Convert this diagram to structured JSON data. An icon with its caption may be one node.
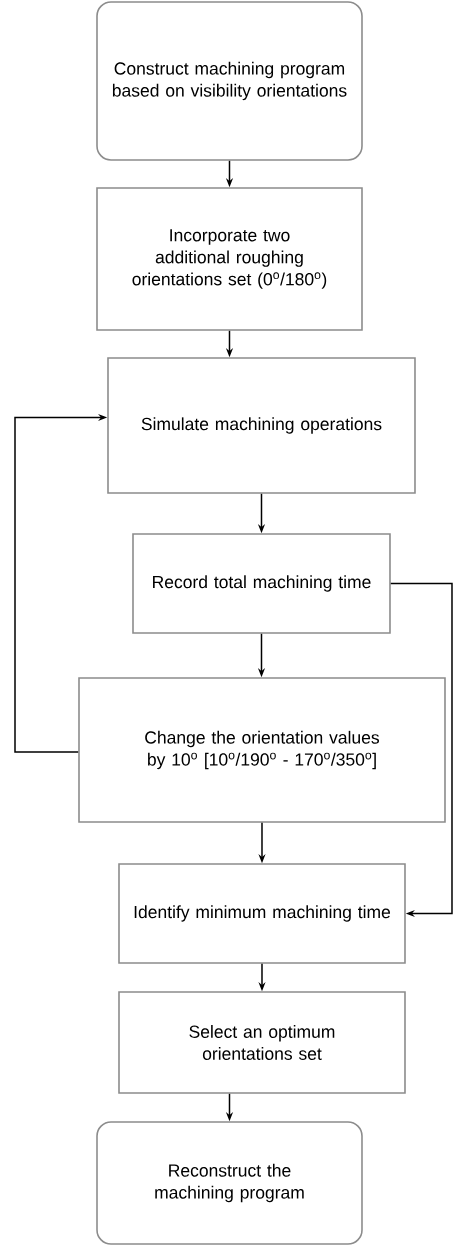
{
  "diagram": {
    "nodes": [
      {
        "text": [
          "Construct machining program based on visibility orientations"
        ]
      },
      {
        "text": [
          "Incorporate two additional roughing orientations set (0$^{o}$/180$^{o}$)"
        ]
      },
      {
        "text": [
          "Simulate machining operations"
        ]
      },
      {
        "text": [
          "Record total machining time"
        ]
      },
      {
        "text": [
          "Change the orientation values by 10$^{o}$ [10$^{o}$/190$^{o}$ - 170$^{o}$/350$^{o}$]"
        ]
      },
      {
        "text": [
          "Identify minimum machining time"
        ]
      },
      {
        "text": [
          "Select an optimum orientations set"
        ]
      },
      {
        "text": [
          "Reconstruct the machining program"
        ]
      }
    ],
    "edges": [
      {
        "from": 0,
        "to": 1,
        "arrow": "to"
      },
      {
        "from": 1,
        "to": 2,
        "arrow": "to"
      },
      {
        "from": 2,
        "to": 3,
        "arrow": "to"
      },
      {
        "from": 3,
        "to": 4,
        "arrow": "to"
      },
      {
        "from": 4,
        "to": 2,
        "arrow": "to"
      },
      {
        "from": 3,
        "to": 5,
        "arrow": "to"
      },
      {
        "from": 4,
        "to": 5,
        "arrow": "to"
      },
      {
        "from": 5,
        "to": 6,
        "arrow": "to"
      },
      {
        "from": 6,
        "to": 7,
        "arrow": "to"
      }
    ]
  }
}
